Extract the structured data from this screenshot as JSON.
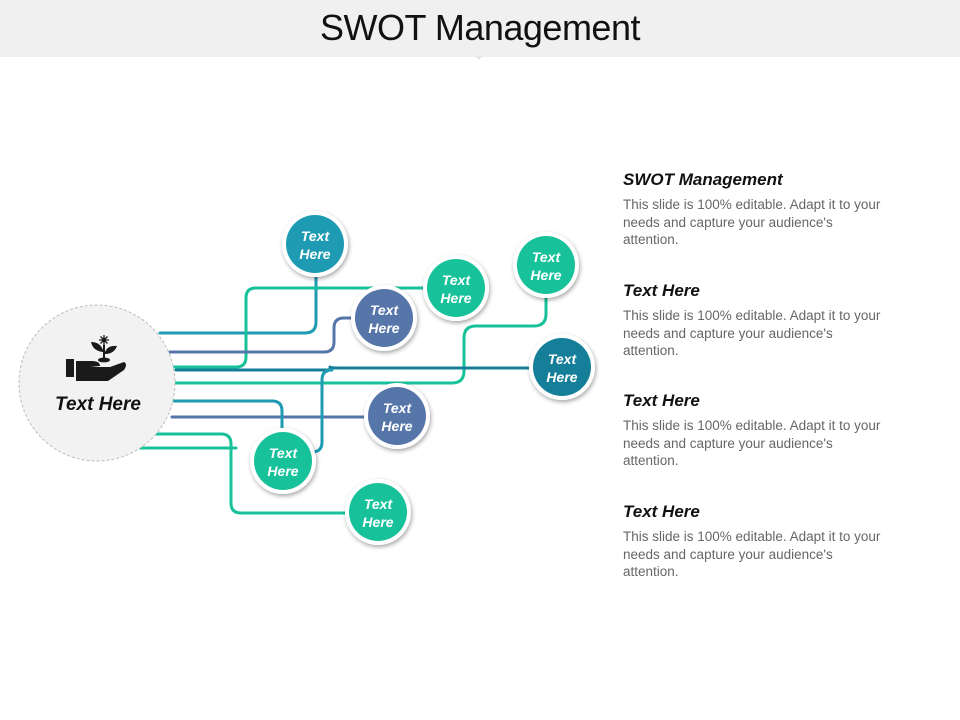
{
  "title": "SWOT Management",
  "hub": {
    "label": "Text Here",
    "icon": "hand-plant-icon"
  },
  "colors": {
    "teal": "#1e9bb2",
    "green": "#17c29a",
    "slate": "#5675a8",
    "dark_teal": "#157f99"
  },
  "nodes": [
    {
      "label_line1": "Text",
      "label_line2": "Here",
      "color": "#1e9bb2"
    },
    {
      "label_line1": "Text",
      "label_line2": "Here",
      "color": "#17c29a"
    },
    {
      "label_line1": "Text",
      "label_line2": "Here",
      "color": "#17c29a"
    },
    {
      "label_line1": "Text",
      "label_line2": "Here",
      "color": "#5675a8"
    },
    {
      "label_line1": "Text",
      "label_line2": "Here",
      "color": "#157f99"
    },
    {
      "label_line1": "Text",
      "label_line2": "Here",
      "color": "#5675a8"
    },
    {
      "label_line1": "Text",
      "label_line2": "Here",
      "color": "#17c29a"
    },
    {
      "label_line1": "Text",
      "label_line2": "Here",
      "color": "#17c29a"
    }
  ],
  "panels": [
    {
      "heading": "SWOT Management",
      "body": "This slide is 100% editable. Adapt it to your needs and capture your audience's attention."
    },
    {
      "heading": "Text Here",
      "body": "This slide is 100% editable. Adapt it to your needs and capture your audience's attention."
    },
    {
      "heading": "Text Here",
      "body": "This slide is 100% editable. Adapt it to your needs and capture your audience's attention."
    },
    {
      "heading": "Text Here",
      "body": "This slide is 100% editable. Adapt it to your needs and capture your audience's attention."
    }
  ]
}
